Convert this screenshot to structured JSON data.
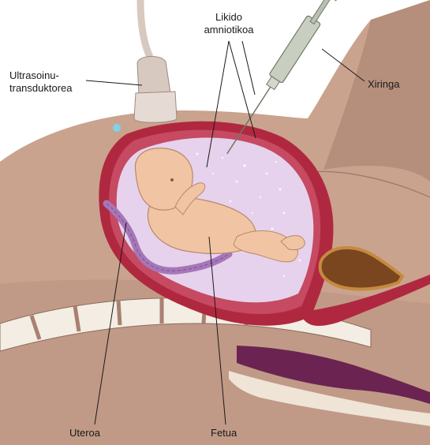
{
  "labels": {
    "amniotic_fluid": "Likido\namniotikoa",
    "transducer": "Ultrasoinu-\ntransduktorea",
    "syringe": "Xiringa",
    "uterus": "Uteroa",
    "fetus": "Fetua"
  },
  "colors": {
    "skin": "#c9a38e",
    "skin_dark": "#a67e6c",
    "uterus_wall": "#b0283f",
    "amniotic_fluid": "#e6d2ec",
    "fetus": "#f1c5a3",
    "umbilical_cord": "#a677b8",
    "spine_bone": "#f3ede3",
    "bladder": "#7a4620",
    "rectum": "#6b2451",
    "syringe_barrel": "#c8cec0",
    "transducer": "#d8c9c0"
  }
}
